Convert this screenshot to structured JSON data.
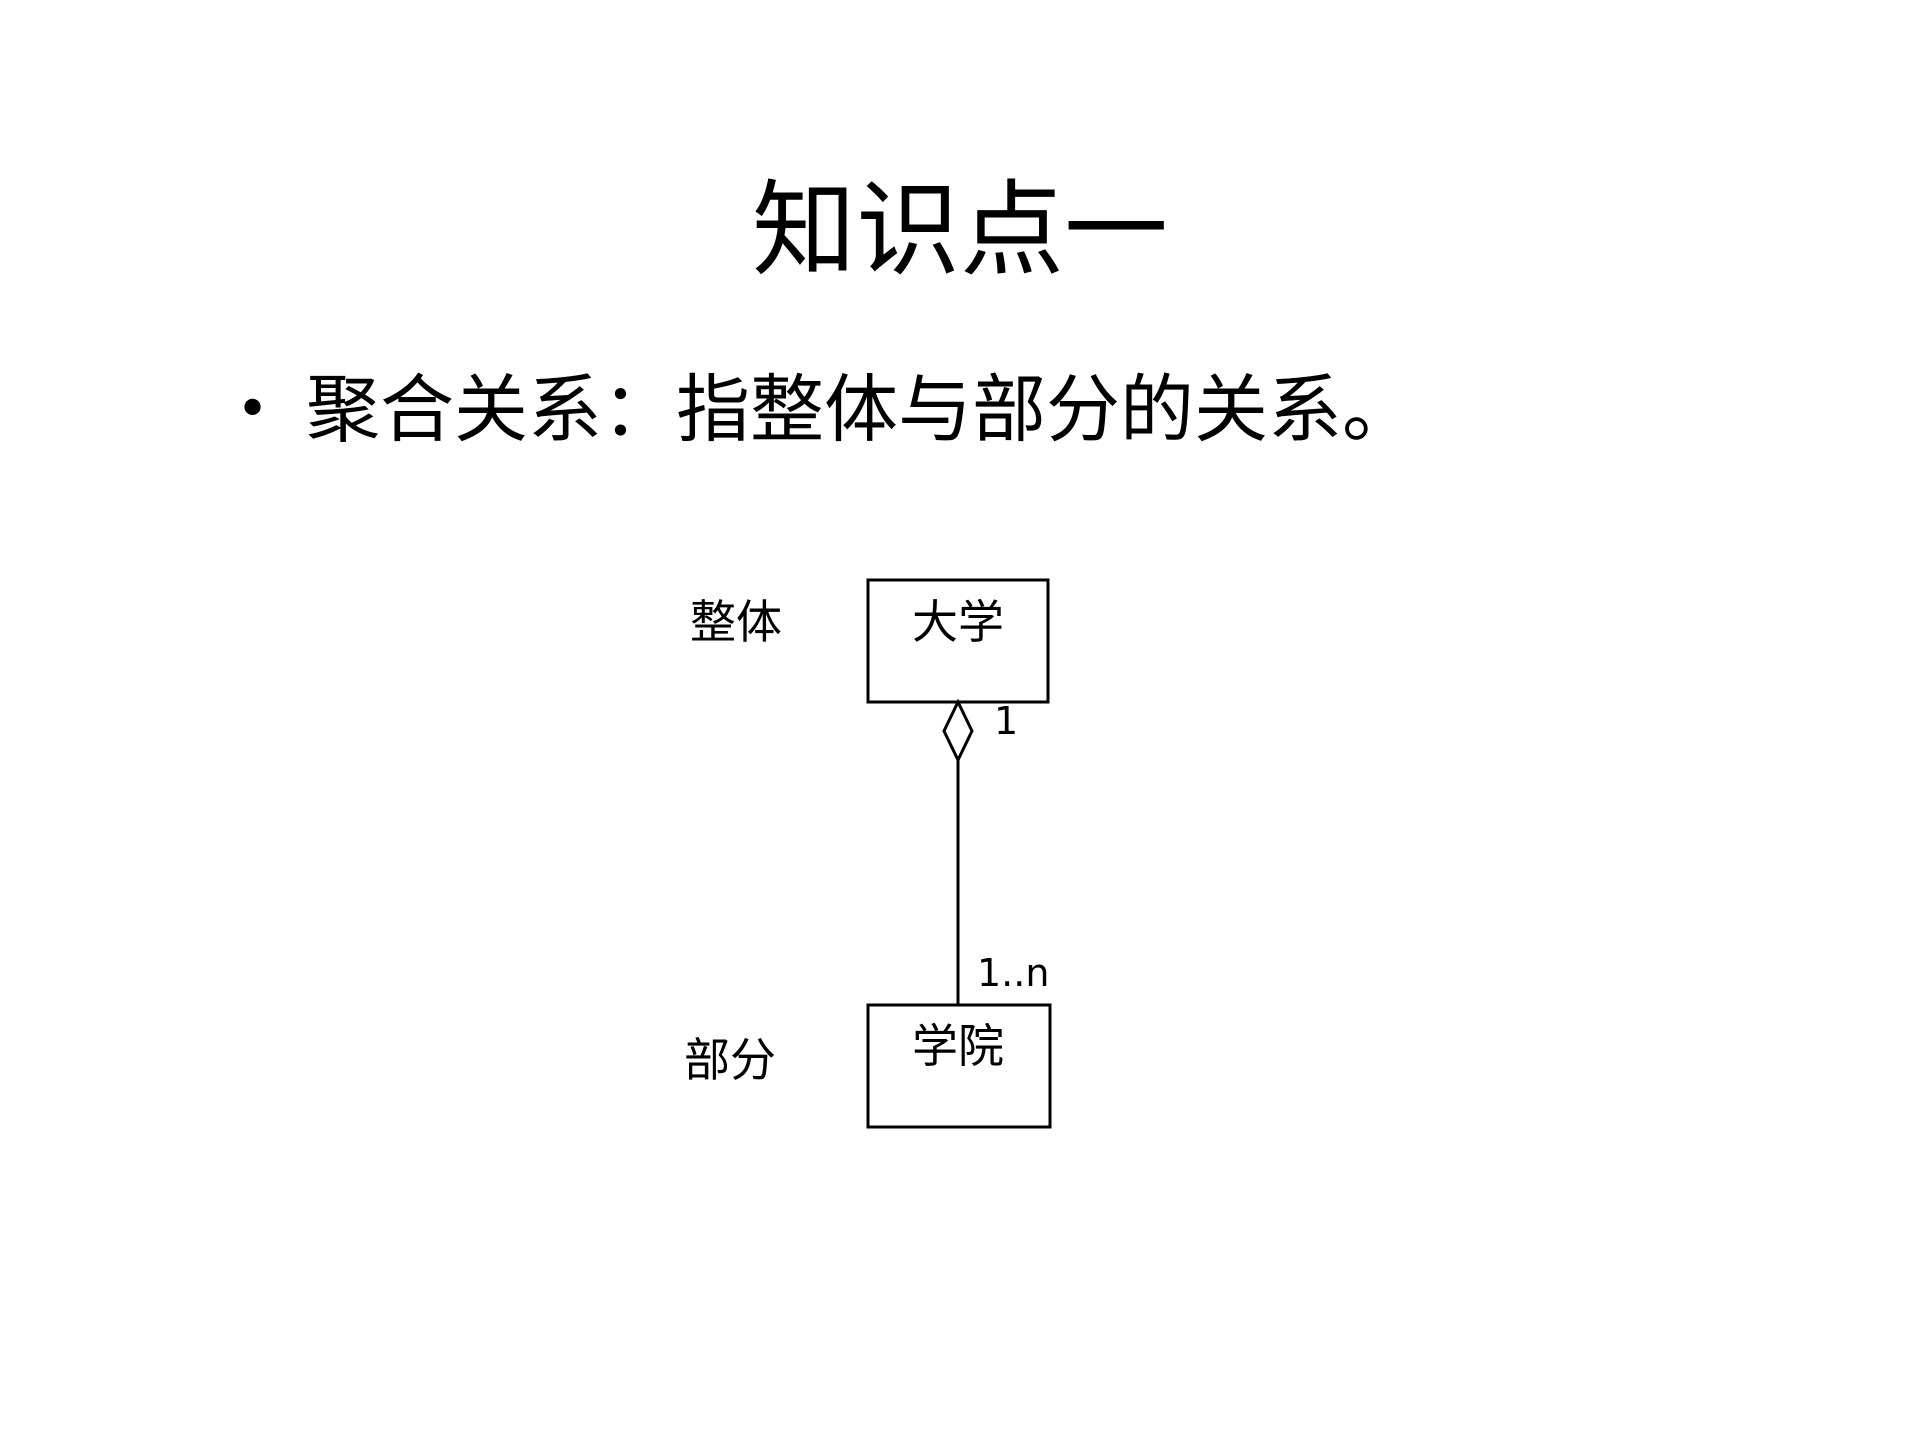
{
  "slide": {
    "title": "知识点一",
    "bullet": "聚合关系：指整体与部分的关系。"
  },
  "diagram": {
    "whole_label": "整体",
    "part_label": "部分",
    "whole_class": "大学",
    "part_class": "学院",
    "whole_multiplicity": "1",
    "part_multiplicity": "1..n",
    "colors": {
      "line": "#000000",
      "fill": "#ffffff"
    }
  }
}
